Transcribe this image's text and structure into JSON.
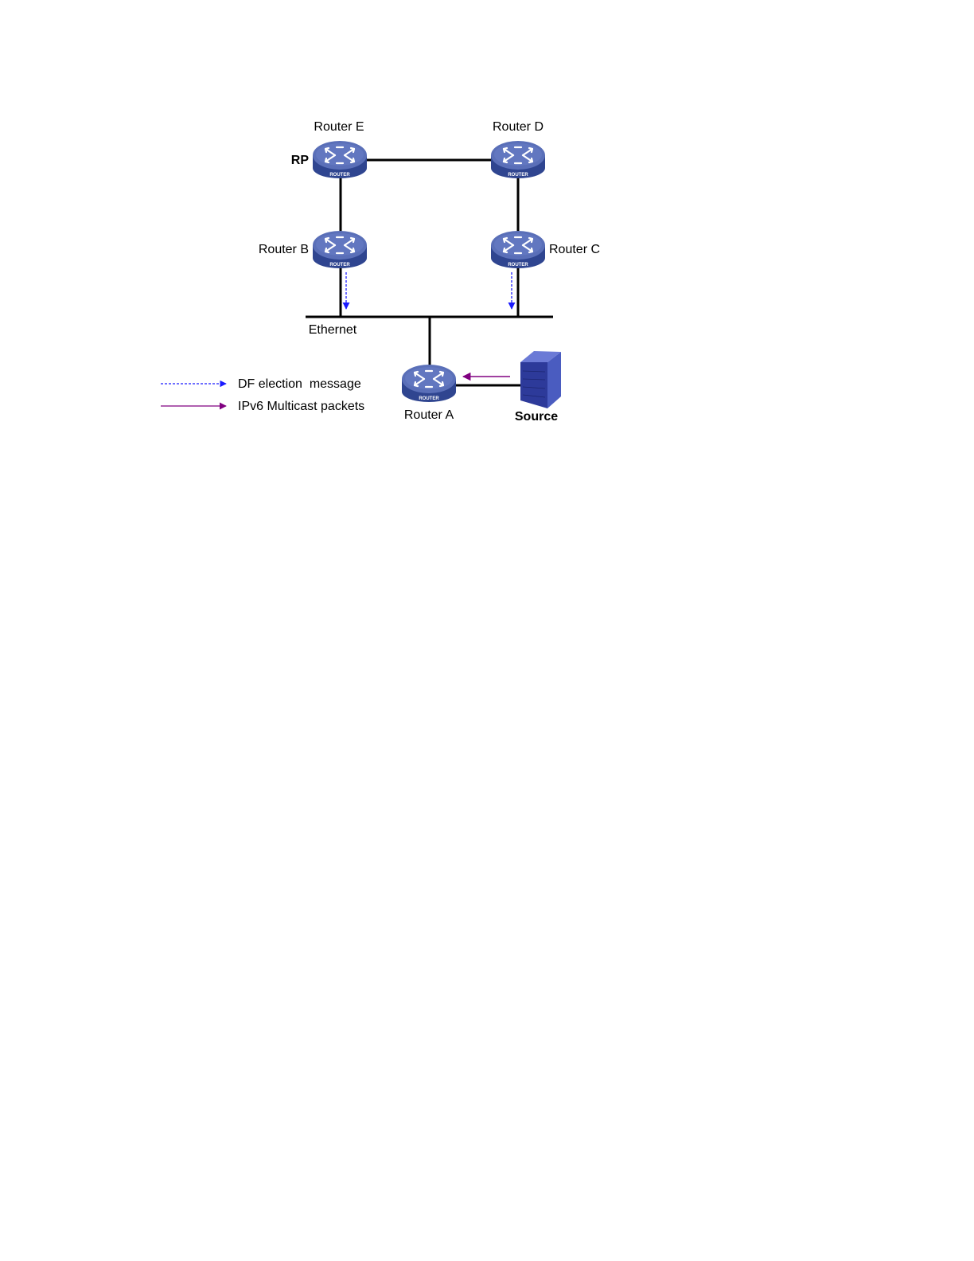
{
  "nodes": {
    "router_e": {
      "label": "Router E",
      "role_label": "RP",
      "device_text": "ROUTER"
    },
    "router_d": {
      "label": "Router D",
      "device_text": "ROUTER"
    },
    "router_b": {
      "label": "Router B",
      "device_text": "ROUTER"
    },
    "router_c": {
      "label": "Router C",
      "device_text": "ROUTER"
    },
    "router_a": {
      "label": "Router A",
      "device_text": "ROUTER"
    },
    "source": {
      "label": "Source"
    }
  },
  "segments": {
    "ethernet": "Ethernet"
  },
  "legend": {
    "df_election": {
      "label": "DF election  message",
      "color": "#1a1aff",
      "style": "dashed"
    },
    "ipv6_multicast": {
      "label": "IPv6 Multicast packets",
      "color": "#800080",
      "style": "solid"
    }
  },
  "colors": {
    "router_top": "#5a6fb8",
    "router_side": "#2f4590",
    "server_front": "#2d3a9a",
    "server_side": "#4a5cc0",
    "link": "#000000"
  }
}
